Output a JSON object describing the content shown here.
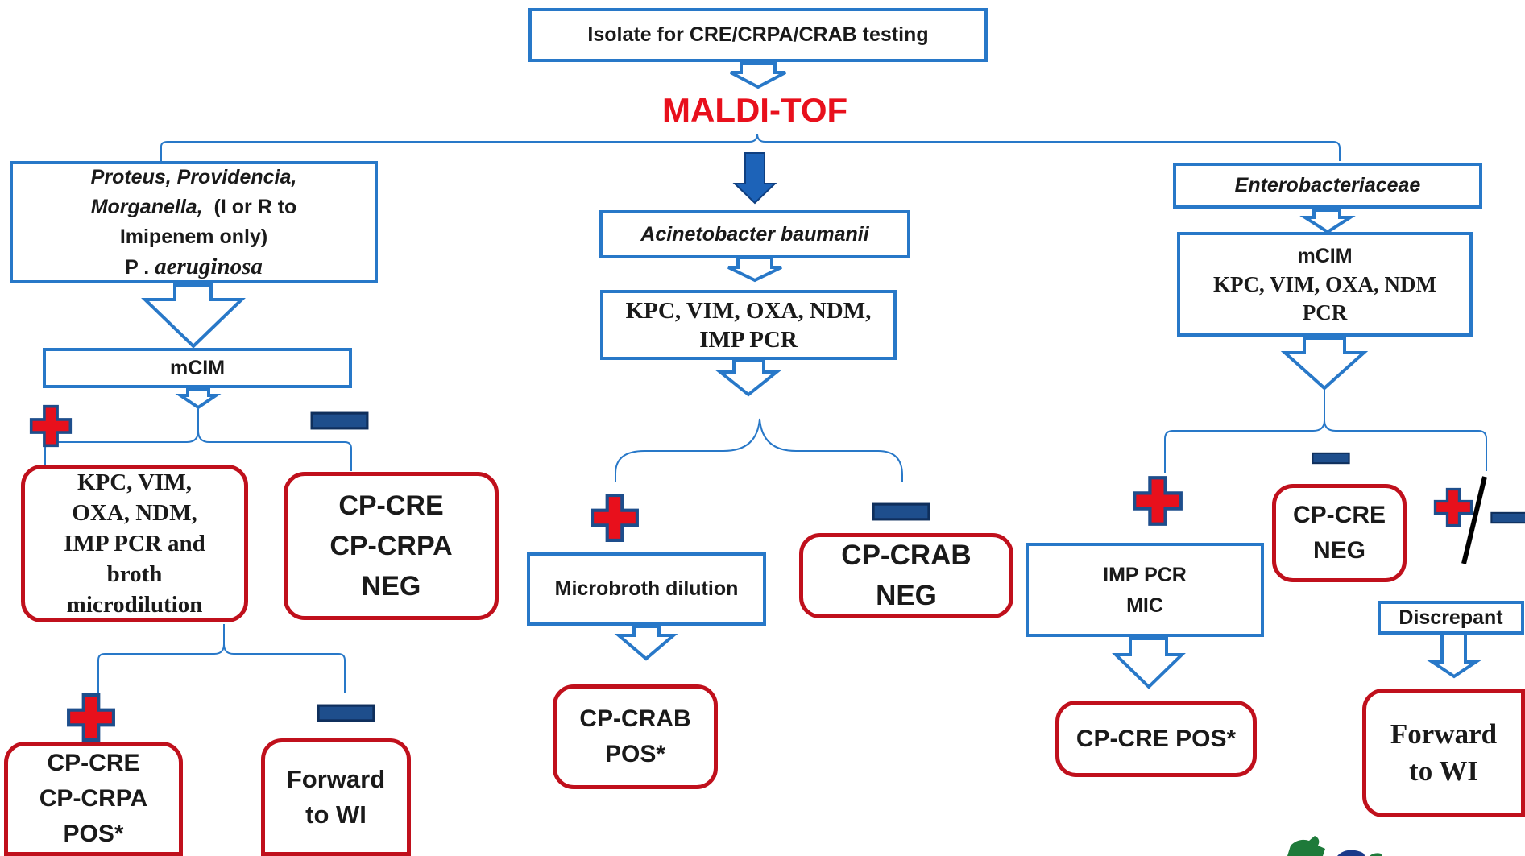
{
  "start": "Isolate for CRE/CRPA/CRAB testing",
  "method": "MALDI-TOF",
  "left": {
    "organisms": [
      "Proteus, Providencia,",
      "Morganella,",
      "(I or R to",
      "Imipenem only)",
      "P . ",
      "aeruginosa"
    ],
    "test": "mCIM",
    "pcr": [
      "KPC, VIM,",
      "OXA, NDM,",
      "IMP PCR and",
      "broth",
      "microdilution"
    ],
    "neg_result": [
      "CP-CRE",
      "CP-CRPA",
      "NEG"
    ],
    "pos_result": [
      "CP-CRE",
      "CP-CRPA",
      "POS*"
    ],
    "forward": [
      "Forward",
      "to WI"
    ]
  },
  "middle": {
    "organism": "Acinetobacter baumanii",
    "pcr": [
      "KPC, VIM, OXA, NDM,",
      "IMP PCR"
    ],
    "microbroth": "Microbroth dilution",
    "neg_result": [
      "CP-CRAB",
      "NEG"
    ],
    "pos_result": [
      "CP-CRAB",
      "POS*"
    ]
  },
  "right": {
    "organism": "Enterobacteriaceae",
    "test": [
      "mCIM",
      "KPC, VIM, OXA, NDM",
      "PCR"
    ],
    "imp": [
      "IMP PCR",
      "MIC"
    ],
    "neg_result": [
      "CP-CRE",
      "NEG"
    ],
    "pos_result": "CP-CRE POS*",
    "discrepant": "Discrepant",
    "forward": [
      "Forward",
      "to WI"
    ]
  },
  "colors": {
    "box_border": "#2878c8",
    "result_border": "#c0101c",
    "plus": "#e8101c",
    "minus": "#1e4e8c",
    "title": "#e8101c"
  }
}
